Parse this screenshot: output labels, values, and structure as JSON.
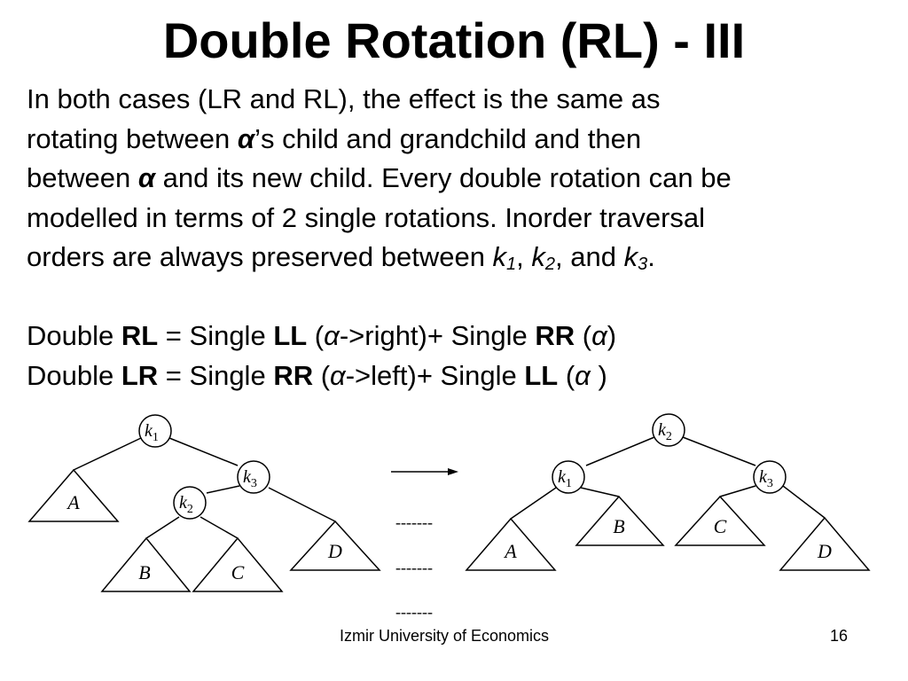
{
  "title": "Double Rotation (RL) - III",
  "paragraph": {
    "l1": "In both cases (LR and RL), the effect is the same as",
    "l2a": "rotating between ",
    "l2alpha": "α",
    "l2b": "’s child and grandchild and then",
    "l3a": "between ",
    "l3alpha": "α",
    "l3b": " and its new child. Every double rotation can be",
    "l4": "modelled in terms of 2 single rotations. Inorder traversal",
    "l5a": "orders are always preserved between ",
    "k": "k",
    "sub1": "1",
    "sep1": ", ",
    "sub2": "2",
    "sep2": ", and ",
    "sub3": "3",
    "end": "."
  },
  "rules": {
    "rl": {
      "double": "Double ",
      "double_type": "RL",
      "eq": " = Single ",
      "first_type": "LL",
      "open1": " (",
      "arg1_alpha": "α",
      "arg1_rest": "->right)+ Single ",
      "second_type": "RR",
      "open2": " (",
      "arg2_alpha": "α",
      "close2": ")"
    },
    "lr": {
      "double": "Double ",
      "double_type": "LR",
      "eq": " = Single ",
      "first_type": "RR",
      "open1": " (",
      "arg1_alpha": "α",
      "arg1_rest": "->left)+ Single ",
      "second_type": "LL",
      "open2": " (",
      "arg2_alpha": "α",
      "close2": " )"
    }
  },
  "diagram": {
    "before": {
      "nodes": {
        "k1": {
          "letter": "k",
          "sub": "1"
        },
        "k3": {
          "letter": "k",
          "sub": "3"
        },
        "k2": {
          "letter": "k",
          "sub": "2"
        }
      },
      "subtrees": {
        "A": "A",
        "B": "B",
        "C": "C",
        "D": "D"
      }
    },
    "after": {
      "nodes": {
        "k2": {
          "letter": "k",
          "sub": "2"
        },
        "k1": {
          "letter": "k",
          "sub": "1"
        },
        "k3": {
          "letter": "k",
          "sub": "3"
        }
      },
      "subtrees": {
        "A": "A",
        "B": "B",
        "C": "C",
        "D": "D"
      }
    },
    "dashes": [
      "-------",
      "-------",
      "-------"
    ]
  },
  "footer": "Izmir University of Economics",
  "page_number": "16"
}
